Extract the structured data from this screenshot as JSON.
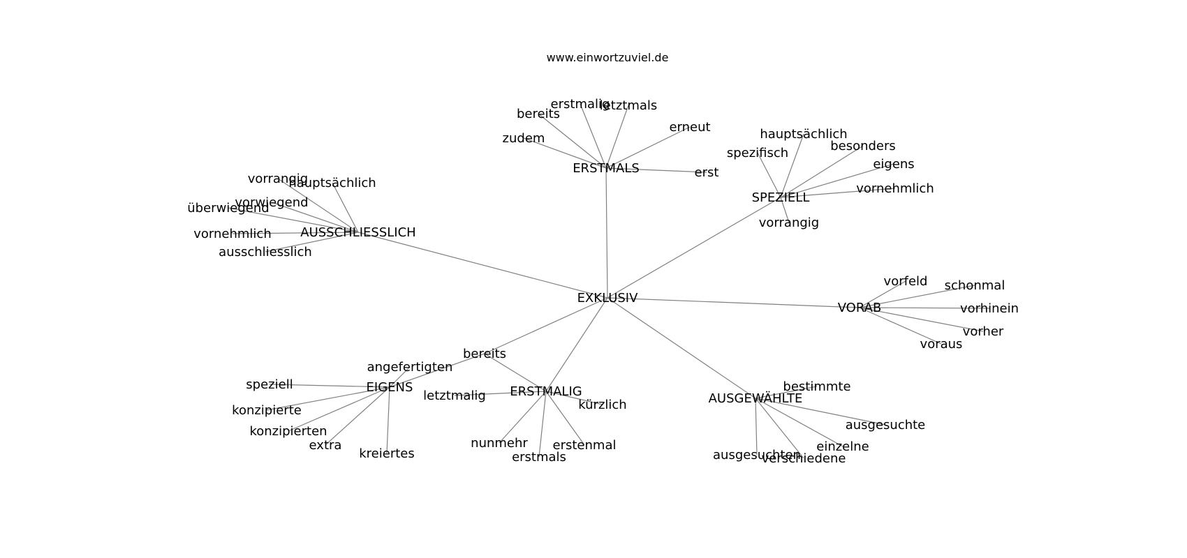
{
  "title": "www.einwortzuviel.de",
  "graph": {
    "nodes": [
      {
        "id": "EXKLUSIV",
        "label": "EXKLUSIV"
      },
      {
        "id": "ERSTMALS",
        "label": "ERSTMALS"
      },
      {
        "id": "bereits1",
        "label": "bereits"
      },
      {
        "id": "erstmalig",
        "label": "erstmalig"
      },
      {
        "id": "letztmals",
        "label": "letztmals"
      },
      {
        "id": "erneut",
        "label": "erneut"
      },
      {
        "id": "zudem",
        "label": "zudem"
      },
      {
        "id": "erst",
        "label": "erst"
      },
      {
        "id": "SPEZIELL",
        "label": "SPEZIELL"
      },
      {
        "id": "hauptsaechlich1",
        "label": "hauptsächlich"
      },
      {
        "id": "spezifisch",
        "label": "spezifisch"
      },
      {
        "id": "besonders",
        "label": "besonders"
      },
      {
        "id": "eigens",
        "label": "eigens"
      },
      {
        "id": "vornehmlich1",
        "label": "vornehmlich"
      },
      {
        "id": "vorrangig1",
        "label": "vorrangig"
      },
      {
        "id": "AUSSCHLIESSLICH",
        "label": "AUSSCHLIESSLICH"
      },
      {
        "id": "vorrangig2",
        "label": "vorrangig"
      },
      {
        "id": "hauptsaechlich2",
        "label": "hauptsächlich"
      },
      {
        "id": "vorwiegend",
        "label": "vorwiegend"
      },
      {
        "id": "ueberwiegend",
        "label": "überwiegend"
      },
      {
        "id": "vornehmlich2",
        "label": "vornehmlich"
      },
      {
        "id": "ausschliesslich",
        "label": "ausschliesslich"
      },
      {
        "id": "VORAB",
        "label": "VORAB"
      },
      {
        "id": "vorfeld",
        "label": "vorfeld"
      },
      {
        "id": "schonmal",
        "label": "schonmal"
      },
      {
        "id": "vorhinein",
        "label": "vorhinein"
      },
      {
        "id": "vorher",
        "label": "vorher"
      },
      {
        "id": "voraus",
        "label": "voraus"
      },
      {
        "id": "bereits2",
        "label": "bereits"
      },
      {
        "id": "angefertigten",
        "label": "angefertigten"
      },
      {
        "id": "EIGENS",
        "label": "EIGENS"
      },
      {
        "id": "speziell",
        "label": "speziell"
      },
      {
        "id": "konzipierte",
        "label": "konzipierte"
      },
      {
        "id": "konzipierten",
        "label": "konzipierten"
      },
      {
        "id": "extra",
        "label": "extra"
      },
      {
        "id": "kreiertes",
        "label": "kreiertes"
      },
      {
        "id": "ERSTMALIG",
        "label": "ERSTMALIG"
      },
      {
        "id": "letztmalig",
        "label": "letztmalig"
      },
      {
        "id": "kuerzlich",
        "label": "kürzlich"
      },
      {
        "id": "nunmehr",
        "label": "nunmehr"
      },
      {
        "id": "erstenmal",
        "label": "erstenmal"
      },
      {
        "id": "erstmals",
        "label": "erstmals"
      },
      {
        "id": "AUSGEWAEHLTE",
        "label": "AUSGEWÄHLTE"
      },
      {
        "id": "bestimmte",
        "label": "bestimmte"
      },
      {
        "id": "ausgesuchte",
        "label": "ausgesuchte"
      },
      {
        "id": "einzelne",
        "label": "einzelne"
      },
      {
        "id": "ausgesuchten",
        "label": "ausgesuchten"
      },
      {
        "id": "verschiedene",
        "label": "verschiedene"
      }
    ],
    "edges": [
      [
        "EXKLUSIV",
        "ERSTMALS"
      ],
      [
        "EXKLUSIV",
        "SPEZIELL"
      ],
      [
        "EXKLUSIV",
        "AUSSCHLIESSLICH"
      ],
      [
        "EXKLUSIV",
        "VORAB"
      ],
      [
        "EXKLUSIV",
        "bereits2"
      ],
      [
        "EXKLUSIV",
        "ERSTMALIG"
      ],
      [
        "EXKLUSIV",
        "AUSGEWAEHLTE"
      ],
      [
        "ERSTMALS",
        "bereits1"
      ],
      [
        "ERSTMALS",
        "erstmalig"
      ],
      [
        "ERSTMALS",
        "letztmals"
      ],
      [
        "ERSTMALS",
        "erneut"
      ],
      [
        "ERSTMALS",
        "zudem"
      ],
      [
        "ERSTMALS",
        "erst"
      ],
      [
        "SPEZIELL",
        "hauptsaechlich1"
      ],
      [
        "SPEZIELL",
        "spezifisch"
      ],
      [
        "SPEZIELL",
        "besonders"
      ],
      [
        "SPEZIELL",
        "eigens"
      ],
      [
        "SPEZIELL",
        "vornehmlich1"
      ],
      [
        "SPEZIELL",
        "vorrangig1"
      ],
      [
        "AUSSCHLIESSLICH",
        "vorrangig2"
      ],
      [
        "AUSSCHLIESSLICH",
        "hauptsaechlich2"
      ],
      [
        "AUSSCHLIESSLICH",
        "vorwiegend"
      ],
      [
        "AUSSCHLIESSLICH",
        "ueberwiegend"
      ],
      [
        "AUSSCHLIESSLICH",
        "vornehmlich2"
      ],
      [
        "AUSSCHLIESSLICH",
        "ausschliesslich"
      ],
      [
        "VORAB",
        "vorfeld"
      ],
      [
        "VORAB",
        "schonmal"
      ],
      [
        "VORAB",
        "vorhinein"
      ],
      [
        "VORAB",
        "vorher"
      ],
      [
        "VORAB",
        "voraus"
      ],
      [
        "bereits2",
        "EIGENS"
      ],
      [
        "bereits2",
        "ERSTMALIG"
      ],
      [
        "EIGENS",
        "angefertigten"
      ],
      [
        "EIGENS",
        "speziell"
      ],
      [
        "EIGENS",
        "konzipierte"
      ],
      [
        "EIGENS",
        "konzipierten"
      ],
      [
        "EIGENS",
        "extra"
      ],
      [
        "EIGENS",
        "kreiertes"
      ],
      [
        "ERSTMALIG",
        "letztmalig"
      ],
      [
        "ERSTMALIG",
        "kuerzlich"
      ],
      [
        "ERSTMALIG",
        "nunmehr"
      ],
      [
        "ERSTMALIG",
        "erstenmal"
      ],
      [
        "ERSTMALIG",
        "erstmals"
      ],
      [
        "AUSGEWAEHLTE",
        "bestimmte"
      ],
      [
        "AUSGEWAEHLTE",
        "ausgesuchte"
      ],
      [
        "AUSGEWAEHLTE",
        "einzelne"
      ],
      [
        "AUSGEWAEHLTE",
        "ausgesuchten"
      ],
      [
        "AUSGEWAEHLTE",
        "verschiedene"
      ]
    ]
  }
}
